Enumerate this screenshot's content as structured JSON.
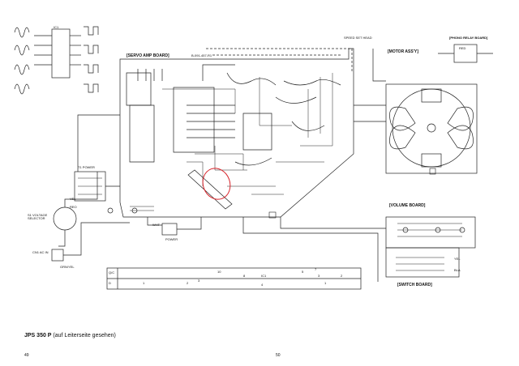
{
  "boards": {
    "servo_amp": "[SERVO AMP BOARD]",
    "servo_part_no": "B-091-457-R1",
    "motor_ass": "[MOTOR ASS'Y]",
    "phono_relay": "[PHONO RELAY BOARD]",
    "volume": "[VOLUME BOARD]",
    "switch": "[SWITCH BOARD]",
    "speed_set_head": "SPEED SET HEAD",
    "voltage_selector": "S1 VOLTAGE SELECTOR",
    "power": "POWER",
    "ac_in": "CN1 AC IN",
    "ic1": "IC1",
    "t1": "T1 POWER",
    "vel": "VEL",
    "reo": "REO",
    "wht": "WHT",
    "red": "RED",
    "yel": "YEL",
    "bla": "BLA",
    "grn": "GRN/YEL"
  },
  "table": {
    "row1_label": "Q/C",
    "row2_label": "D",
    "cols": [
      "10",
      "8",
      "IC1",
      "5",
      "7",
      "3",
      "2"
    ],
    "row2_vals": [
      "1",
      "2",
      "3",
      "4",
      "1"
    ]
  },
  "caption": {
    "model": "JPS 350 P",
    "note": "(auf Leiterseite gesehen)"
  },
  "pages": {
    "left": "49",
    "right": "50"
  }
}
